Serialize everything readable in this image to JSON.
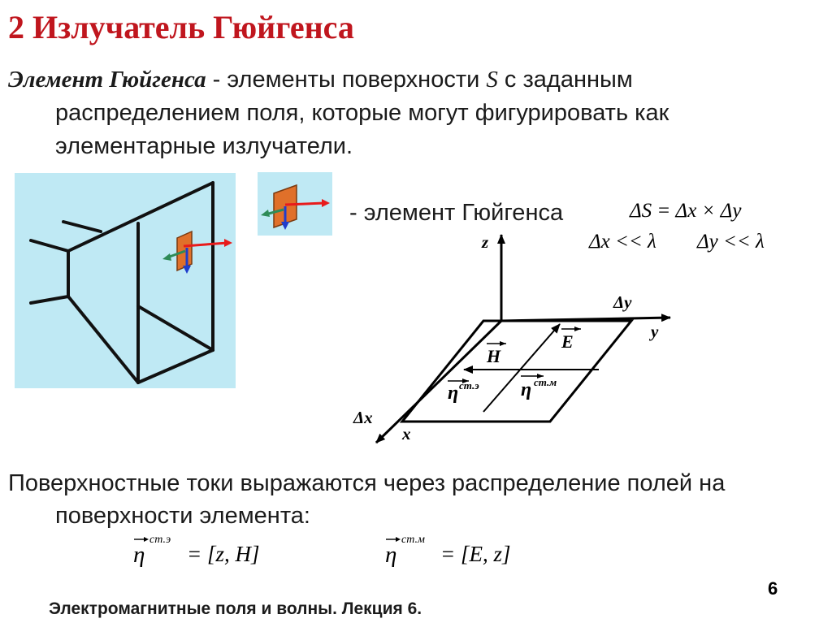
{
  "title": "2 Излучатель Гюйгенса",
  "definition": {
    "term": "Элемент Гюйгенса",
    "line1_rest": " - элементы поверхности ",
    "surface_symbol": "S",
    "line1_end": " с заданным",
    "line2": "распределением поля, которые могут фигурировать как",
    "line3": "элементарные излучатели."
  },
  "element_label": "- элемент Гюйгенса",
  "equations": {
    "area": "ΔS = Δx × Δy",
    "dx_cond": "Δx << λ",
    "dy_cond": "Δy << λ"
  },
  "diagram": {
    "axis_z": "z",
    "axis_y": "y",
    "axis_x": "x",
    "delta_y": "Δy",
    "delta_x": "Δx",
    "vec_E": "E",
    "vec_H": "H",
    "eta_e": "η",
    "eta_e_sup": "ст.э",
    "eta_m": "η",
    "eta_m_sup": "ст.м"
  },
  "surface_currents": {
    "line1": "Поверхностные токи выражаются через распределение полей на",
    "line2": "поверхности элемента:"
  },
  "formulas": {
    "f1_lhs": "η",
    "f1_sup": "ст.э",
    "f1_rhs": "= [z, H]",
    "f2_lhs": "η",
    "f2_sup": "ст.м",
    "f2_rhs": "= [E, z]"
  },
  "page_number": "6",
  "footer": "Электромагнитные поля и волны. Лекция 6.",
  "colors": {
    "title": "#c0161e",
    "panel_bg": "#bfe9f4",
    "element_fill": "#e0702a",
    "arrow_red": "#e81b1b",
    "arrow_blue": "#1f3dcc",
    "arrow_green": "#2e8b57"
  }
}
